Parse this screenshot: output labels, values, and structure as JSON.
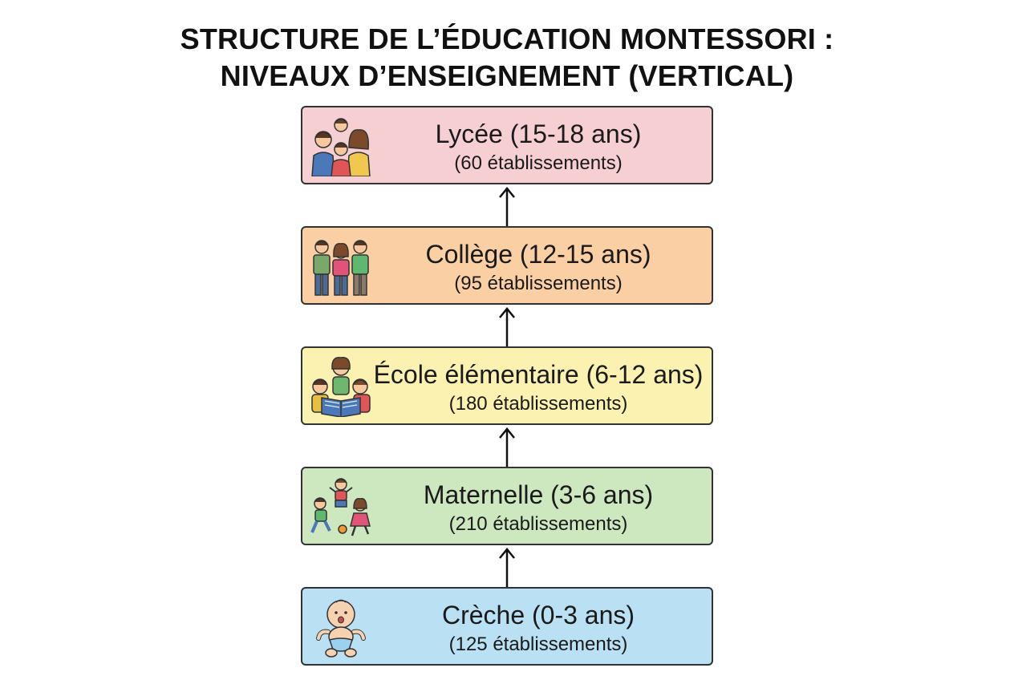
{
  "title": {
    "line1": "STRUCTURE DE L’ÉDUCATION MONTESSORI :",
    "line2": "NIVEAUX D’ENSEIGNEMENT (VERTICAL)"
  },
  "levels": [
    {
      "label": "Lycée (15-18 ans)",
      "count": "(60 établissements)",
      "color": "#f6cfd3",
      "icon": "family-icon"
    },
    {
      "label": "Collège (12-15 ans)",
      "count": "(95 établissements)",
      "color": "#fbcfa4",
      "icon": "teenagers-icon"
    },
    {
      "label": "École élémentaire (6-12 ans)",
      "count": "(180 établissements)",
      "color": "#fbf2b1",
      "icon": "reading-children-icon"
    },
    {
      "label": "Maternelle (3-6 ans)",
      "count": "(210 établissements)",
      "color": "#cde8bf",
      "icon": "playing-children-icon"
    },
    {
      "label": "Crèche (0-3 ans)",
      "count": "(125 établissements)",
      "color": "#b9e0f3",
      "icon": "baby-icon"
    }
  ]
}
